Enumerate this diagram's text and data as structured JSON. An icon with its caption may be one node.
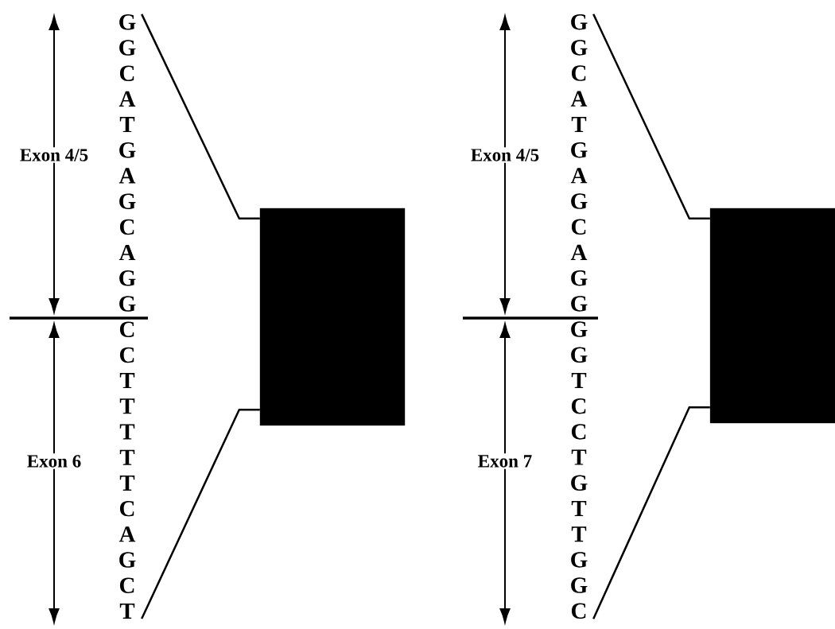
{
  "diagram": {
    "nodes": [
      {
        "text": [
          "G G C A T G A G C A G G C C T T T T T C A G C T"
        ]
      },
      {
        "text": [],
        "shape": "box"
      },
      {
        "text": [
          "G G C A T G A G C A G G G G T C C T G T T G G C"
        ]
      },
      {
        "text": [],
        "shape": "box"
      }
    ],
    "edges": [
      {
        "from": 0,
        "to": 1,
        "arrow": "none"
      },
      {
        "from": 0,
        "to": 1,
        "arrow": "none"
      },
      {
        "from": 2,
        "to": 3,
        "arrow": "none"
      },
      {
        "from": 2,
        "to": 3,
        "arrow": "none"
      }
    ],
    "labels": [
      "Exon 4/5",
      "Exon 6",
      "Exon 4/5",
      "Exon 7"
    ]
  }
}
